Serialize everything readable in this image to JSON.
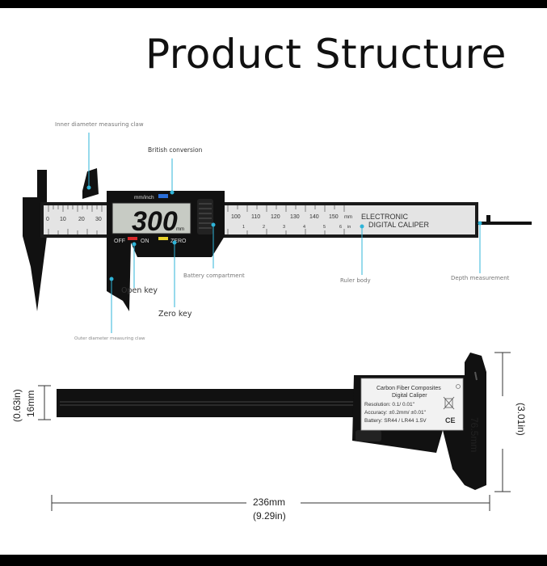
{
  "title": "Product Structure",
  "callouts": {
    "inner_claw": "Inner diameter measuring claw",
    "british": "British conversion",
    "battery": "Battery compartment",
    "ruler_body": "Ruler body",
    "depth": "Depth measurement",
    "open_key": "Open key",
    "zero_key": "Zero key",
    "outer_claw": "Outer diameter measuring claw"
  },
  "device": {
    "reading": "300",
    "unit_mm": "mm",
    "mm_inch": "mm/inch",
    "off": "OFF",
    "on": "ON",
    "zero": "ZERO",
    "scale_low": [
      "0",
      "10",
      "20",
      "30"
    ],
    "scale_high": [
      "100",
      "110",
      "120",
      "130",
      "140",
      "150"
    ],
    "scale_unit_mm": "mm",
    "inch_digits": [
      "1",
      "2",
      "3",
      "4",
      "5",
      "6"
    ],
    "scale_unit_in": "in",
    "brand_line1": "ELECTRONIC",
    "brand_line2": "DIGITAL CALIPER"
  },
  "label_plate": {
    "line1": "Carbon Fiber Composites",
    "line2": "Digital Caliper",
    "resolution": "Resolution: 0.1/ 0.01\"",
    "accuracy": "Accuracy: ±0.2mm/ ±0.01\"",
    "battery": "Battery: SR44 / LR44 1.5V",
    "ce": "CE"
  },
  "dimensions": {
    "width_mm": "236mm",
    "width_in": "(9.29in)",
    "height_mm": "76.5mm",
    "height_in": "(3.01in)",
    "thick_mm": "16mm",
    "thick_in": "(0.63in)"
  },
  "colors": {
    "accent": "#2fb4d8",
    "body": "#111111",
    "scale": "#e6e6e6",
    "lcd": "#c7cbc4"
  }
}
